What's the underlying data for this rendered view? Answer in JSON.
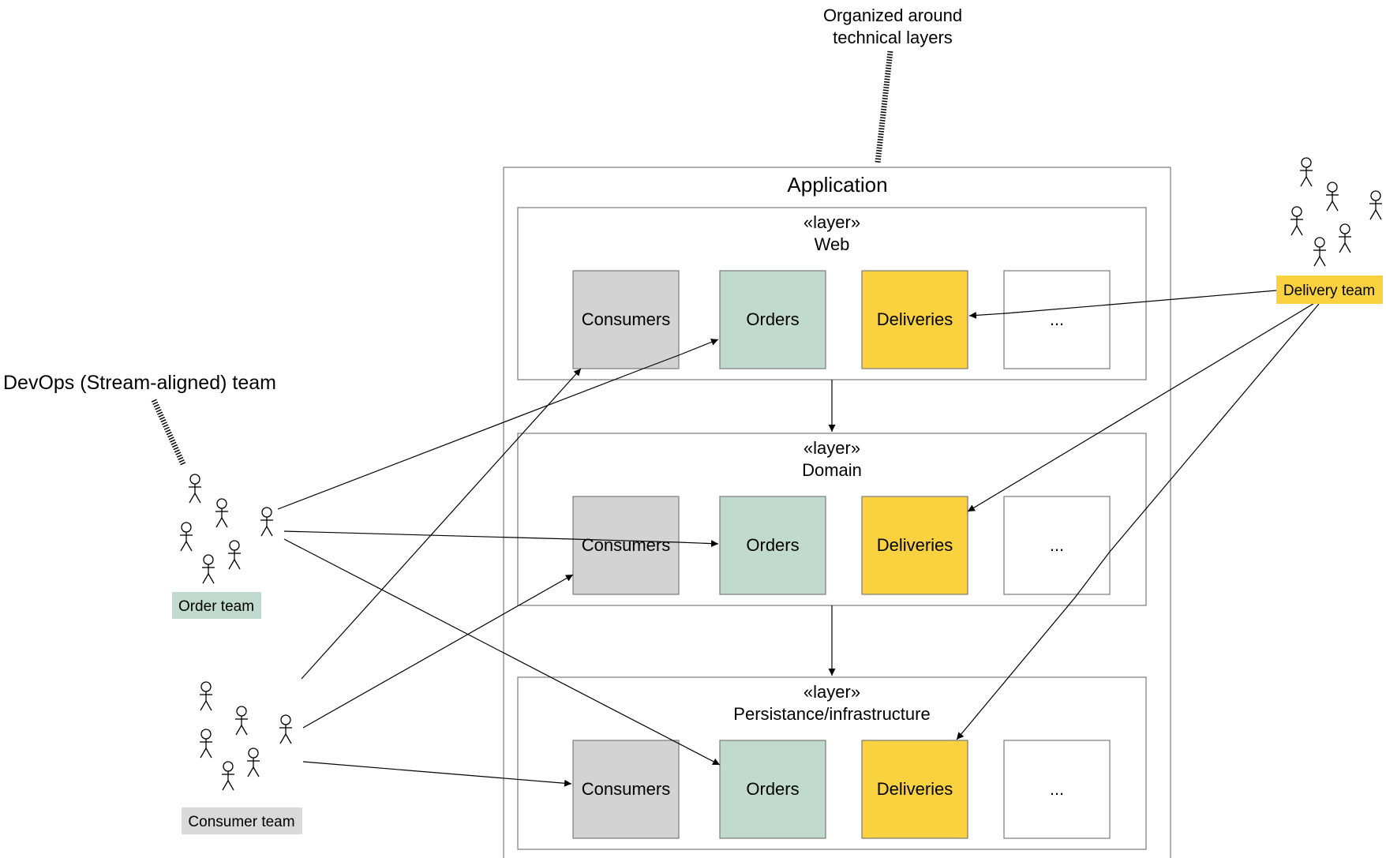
{
  "note": {
    "lines": [
      "Organized around",
      "technical layers"
    ]
  },
  "devops_label": "DevOps (Stream-aligned) team",
  "application": {
    "title": "Application",
    "layers": [
      {
        "stereotype": "«layer»",
        "name": "Web",
        "modules": [
          {
            "label": "Consumers",
            "color": "#d3d3d3"
          },
          {
            "label": "Orders",
            "color": "#c0dacf"
          },
          {
            "label": "Deliveries",
            "color": "#fad13e"
          },
          {
            "label": "...",
            "color": "#ffffff"
          }
        ]
      },
      {
        "stereotype": "«layer»",
        "name": "Domain",
        "modules": [
          {
            "label": "Consumers",
            "color": "#d3d3d3"
          },
          {
            "label": "Orders",
            "color": "#c0dacf"
          },
          {
            "label": "Deliveries",
            "color": "#fad13e"
          },
          {
            "label": "...",
            "color": "#ffffff"
          }
        ]
      },
      {
        "stereotype": "«layer»",
        "name": "Persistance/infrastructure",
        "modules": [
          {
            "label": "Consumers",
            "color": "#d3d3d3"
          },
          {
            "label": "Orders",
            "color": "#c0dacf"
          },
          {
            "label": "Deliveries",
            "color": "#fad13e"
          },
          {
            "label": "...",
            "color": "#ffffff"
          }
        ]
      }
    ]
  },
  "teams": {
    "order": {
      "label": "Order team",
      "color": "#c0dacf"
    },
    "consumer": {
      "label": "Consumer team",
      "color": "#d9d9d9"
    },
    "delivery": {
      "label": "Delivery team",
      "color": "#fad13e"
    }
  }
}
